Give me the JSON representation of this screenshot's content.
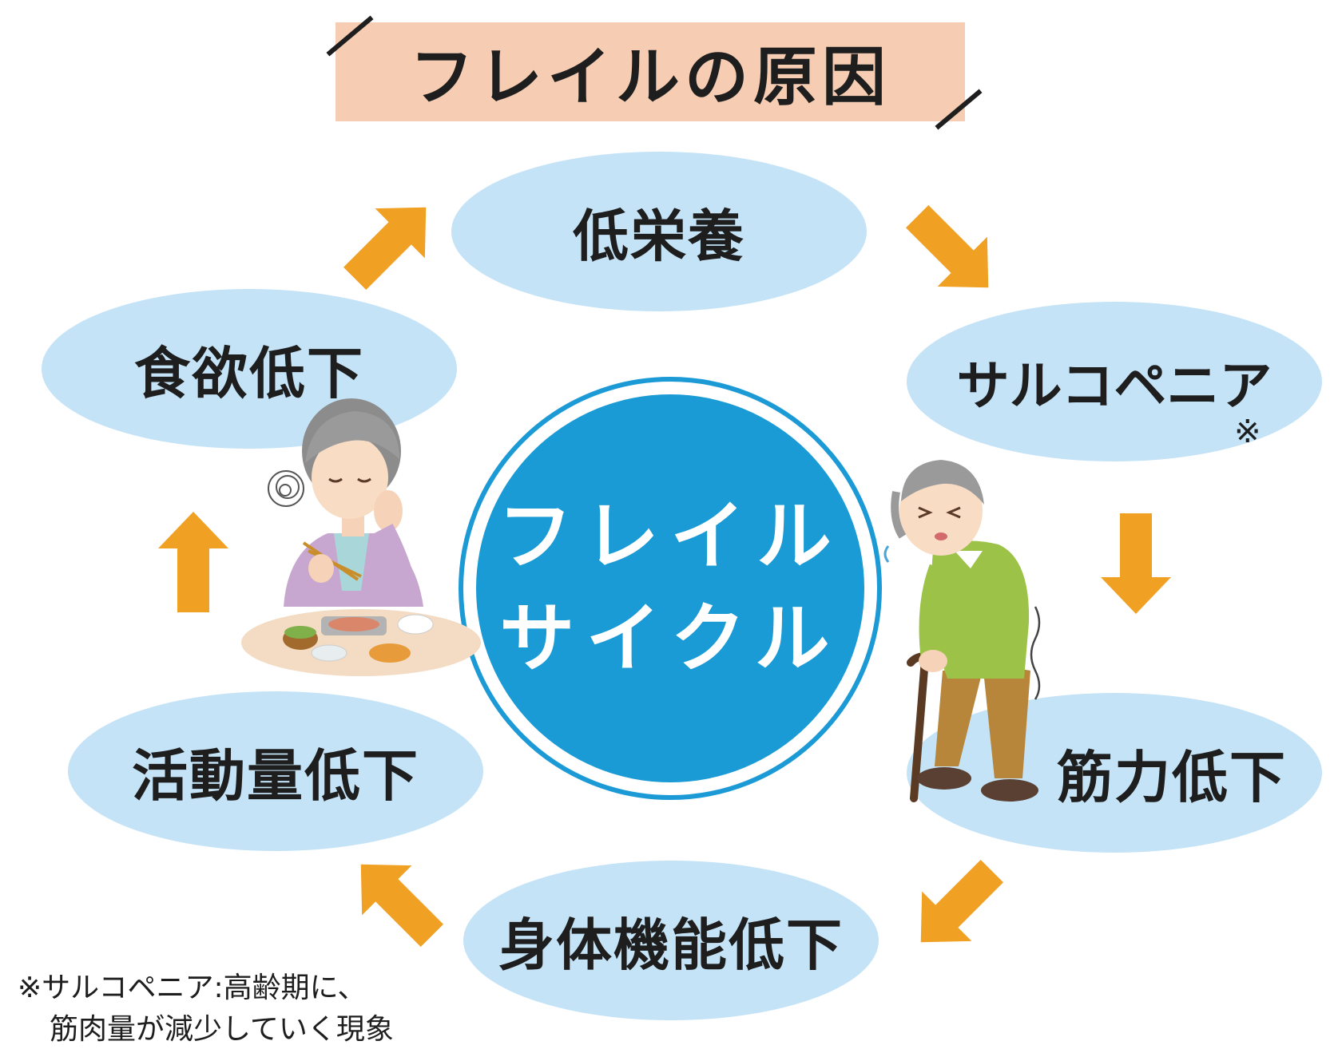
{
  "title": "フレイルの原因",
  "center": {
    "line1": "フレイル",
    "line2": "サイクル"
  },
  "nodes": {
    "top": "低栄養",
    "right_upper": "サルコペニア",
    "right_upper_mark": "※",
    "right_lower": "筋力低下",
    "bottom": "身体機能低下",
    "left_lower": "活動量低下",
    "left_upper": "食欲低下"
  },
  "footnote": {
    "line1": "※サルコペニア:高齢期に、",
    "line2": "筋肉量が減少していく現象"
  },
  "colors": {
    "title_band": "#f6ccb3",
    "node_fill": "#c4e3f7",
    "center_fill": "#1a9bd5",
    "arrow": "#f0a023",
    "text": "#1e1e1e"
  }
}
